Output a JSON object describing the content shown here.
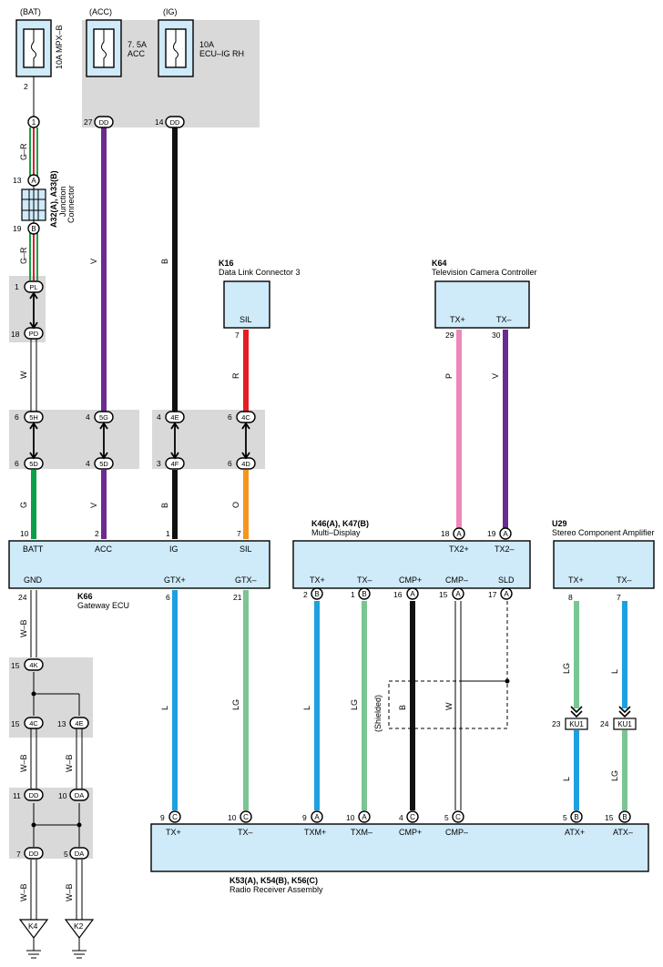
{
  "power_sources": [
    {
      "tag": "(BAT)",
      "rating": "10A MPX–B",
      "pin": "2"
    },
    {
      "tag": "(ACC)",
      "rating": "7. 5A",
      "name": "ACC",
      "pin": "27",
      "conn": "DD"
    },
    {
      "tag": "(IG)",
      "rating": "10A",
      "name": "ECU–IG RH",
      "pin": "14",
      "conn": "DD"
    }
  ],
  "junction": {
    "title": "A32(A), A33(B)",
    "subtitle": "Junction",
    "subtitle2": "Connector",
    "pin_top": "13",
    "pin_top_c": "A",
    "pin_bot": "19",
    "pin_bot_c": "B",
    "pin1": "1"
  },
  "colors": {
    "G_R": "G–R",
    "V": "V",
    "B": "B",
    "R": "R",
    "W": "W",
    "G": "G",
    "O": "O",
    "P": "P",
    "L": "L",
    "LG": "LG",
    "W_B": "W–B"
  },
  "connectors": {
    "PL": "PL",
    "PD": "PD",
    "5H": "5H",
    "5D": "5D",
    "5G": "5G",
    "4E": "4E",
    "4F": "4F",
    "4C": "4C",
    "4D": "4D",
    "4K": "4K",
    "DD": "DD",
    "DA": "DA",
    "A": "A",
    "B": "B",
    "C": "C",
    "KU1": "KU1"
  },
  "pins": {
    "p1": "1",
    "p18": "18",
    "p6": "6",
    "p4": "4",
    "p3": "3",
    "p7": "7",
    "p10": "10",
    "p2": "2",
    "p24": "24",
    "p21": "21",
    "p16": "16",
    "p15": "15",
    "p17": "17",
    "p19": "19",
    "p8": "8",
    "p9": "9",
    "p5": "5",
    "p11": "11",
    "p13": "13",
    "p23": "23",
    "p29": "29",
    "p30": "30"
  },
  "k16": {
    "id": "K16",
    "name": "Data Link Connector 3",
    "term": "SIL"
  },
  "k64": {
    "id": "K64",
    "name": "Television Camera Controller",
    "term1": "TX+",
    "term2": "TX–"
  },
  "k66": {
    "id": "K66",
    "name": "Gateway ECU",
    "t_batt": "BATT",
    "t_acc": "ACC",
    "t_ig": "IG",
    "t_sil": "SIL",
    "t_gnd": "GND",
    "t_gtxp": "GTX+",
    "t_gtxm": "GTX–"
  },
  "k46": {
    "id": "K46(A), K47(B)",
    "name": "Multi–Display",
    "t_tx2p": "TX2+",
    "t_tx2m": "TX2–",
    "t_txp": "TX+",
    "t_txm": "TX–",
    "t_cmpp": "CMP+",
    "t_cmpm": "CMP–",
    "t_sld": "SLD"
  },
  "u29": {
    "id": "U29",
    "name": "Stereo Component Amplifier",
    "t_txp": "TX+",
    "t_txm": "TX–"
  },
  "k53": {
    "id": "K53(A), K54(B), K56(C)",
    "name": "Radio Receiver Assembly",
    "t_txp": "TX+",
    "t_txm": "TX–",
    "t_txmp": "TXM+",
    "t_txmm": "TXM–",
    "t_cmpp": "CMP+",
    "t_cmpm": "CMP–",
    "t_atxp": "ATX+",
    "t_atxm": "ATX–"
  },
  "shielded": "(Shielded)",
  "grounds": {
    "g1": "K4",
    "g2": "K2"
  }
}
